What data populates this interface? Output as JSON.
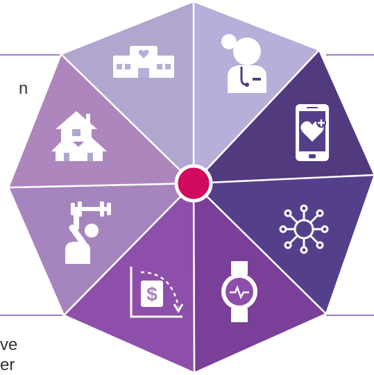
{
  "diagram": {
    "center_color": "#d10a5e",
    "segments": [
      {
        "name": "hospital",
        "icon": "hospital-icon",
        "color": "#b7aed9"
      },
      {
        "name": "doctor",
        "icon": "doctor-icon",
        "color": "#523a7e"
      },
      {
        "name": "mobile-health",
        "icon": "phone-heart-icon",
        "color": "#54408a"
      },
      {
        "name": "network",
        "icon": "network-icon",
        "color": "#7a3f99"
      },
      {
        "name": "smartwatch",
        "icon": "smartwatch-icon",
        "color": "#8e4fab"
      },
      {
        "name": "cost",
        "icon": "cost-decline-icon",
        "color": "#a685be"
      },
      {
        "name": "fitness",
        "icon": "fitness-icon",
        "color": "#ad86bd"
      },
      {
        "name": "community",
        "icon": "houses-icon",
        "color": "#b1a6cf"
      }
    ]
  },
  "side_text": {
    "top_left": "n",
    "bottom_left_1": "ve",
    "bottom_left_2": "er"
  },
  "decor": {
    "line_color": "#7d55a8"
  }
}
